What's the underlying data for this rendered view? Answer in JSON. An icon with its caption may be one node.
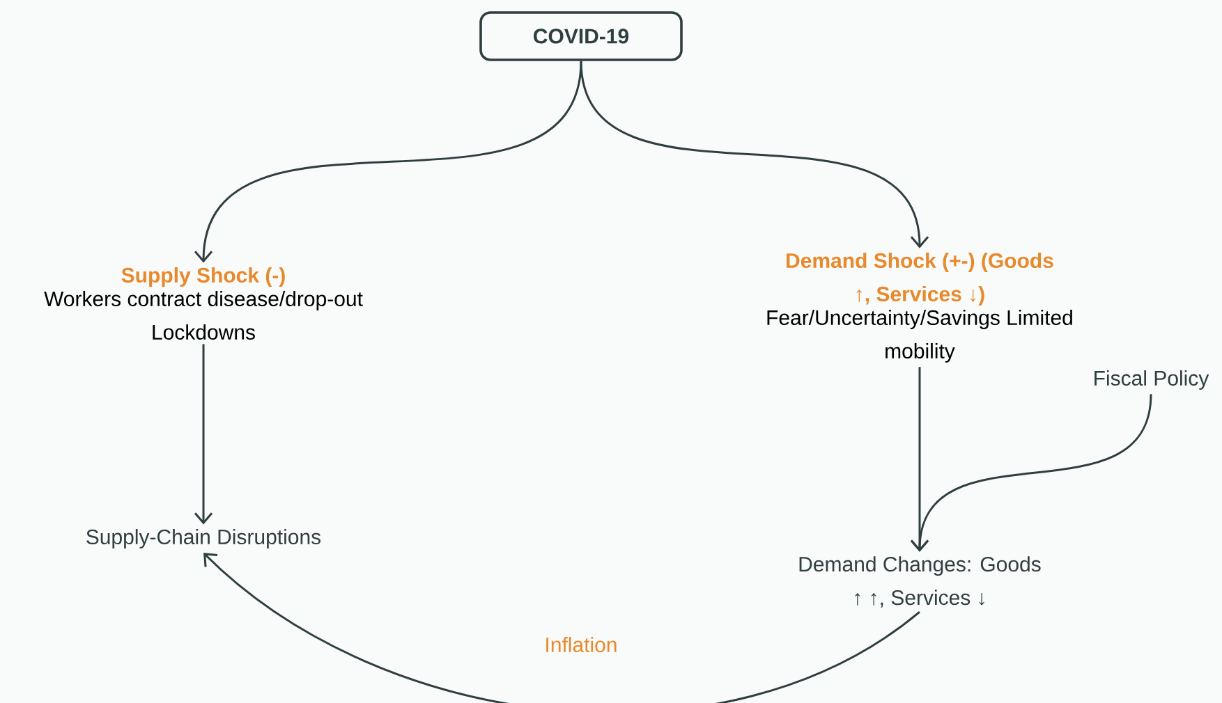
{
  "diagram": {
    "nodes": [
      {
        "text": [
          "COVID-19"
        ]
      },
      {
        "text": [
          "Supply Shock (-)",
          "Workers contract disease/drop-out Lockdowns"
        ]
      },
      {
        "text": [
          "Demand Shock (+-) (Goods ↑, Services ↓)",
          "Fear/Uncertainty/Savings Limited mobility"
        ]
      },
      {
        "text": [
          "Fiscal Policy"
        ]
      },
      {
        "text": [
          "Supply-Chain Disruptions"
        ]
      },
      {
        "text": [
          "Demand Changes: Goods ↑ ↑, Services ↓"
        ]
      }
    ],
    "edges": [
      {
        "from": 0,
        "to": 1,
        "arrow": "to"
      },
      {
        "from": 0,
        "to": 2,
        "arrow": "to"
      },
      {
        "from": 1,
        "to": 4,
        "arrow": "to"
      },
      {
        "from": 2,
        "to": 5,
        "arrow": "to"
      },
      {
        "from": 3,
        "to": 5,
        "arrow": "to"
      },
      {
        "from": 5,
        "to": 4,
        "arrow": "to",
        "label": "Inflation"
      }
    ]
  }
}
